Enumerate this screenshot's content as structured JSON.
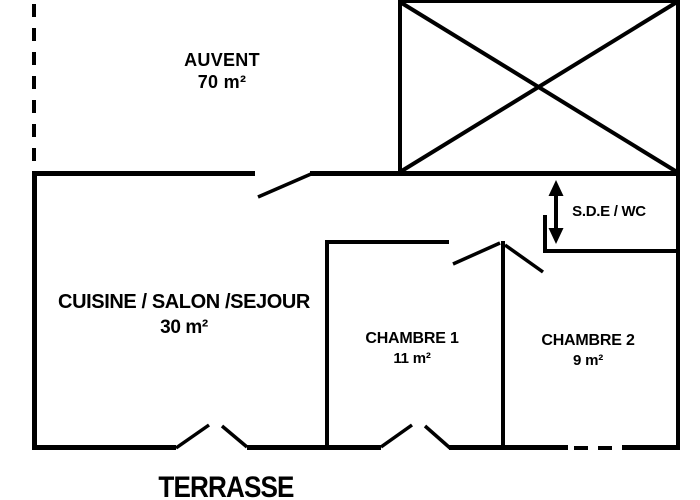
{
  "rooms": {
    "auvent": {
      "name": "AUVENT",
      "area": "70 m²"
    },
    "living": {
      "name": "CUISINE / SALON /SEJOUR",
      "area": "30 m²"
    },
    "chambre1": {
      "name": "CHAMBRE 1",
      "area": "11 m²"
    },
    "chambre2": {
      "name": "CHAMBRE 2",
      "area": "9 m²"
    },
    "sde": {
      "name": "S.D.E / WC"
    },
    "terrasse": {
      "name": "TERRASSE"
    }
  },
  "colors": {
    "line": "#000000",
    "background": "#ffffff"
  }
}
